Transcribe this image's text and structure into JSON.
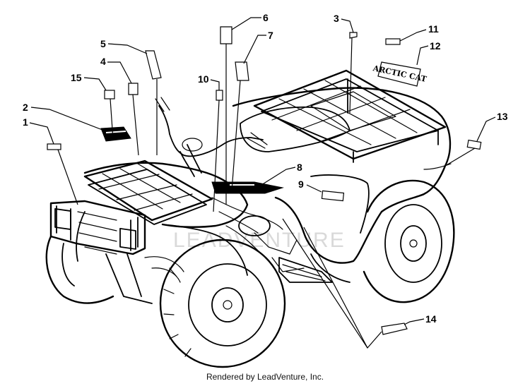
{
  "callouts": [
    "1",
    "2",
    "3",
    "4",
    "5",
    "6",
    "7",
    "8",
    "9",
    "10",
    "11",
    "12",
    "13",
    "14",
    "15"
  ],
  "decal_text": {
    "fender_logo": "ARCTIC CAT"
  },
  "watermark": "LEADVENTURE",
  "footer": {
    "rendered_by": "Rendered by LeadVenture, Inc."
  }
}
